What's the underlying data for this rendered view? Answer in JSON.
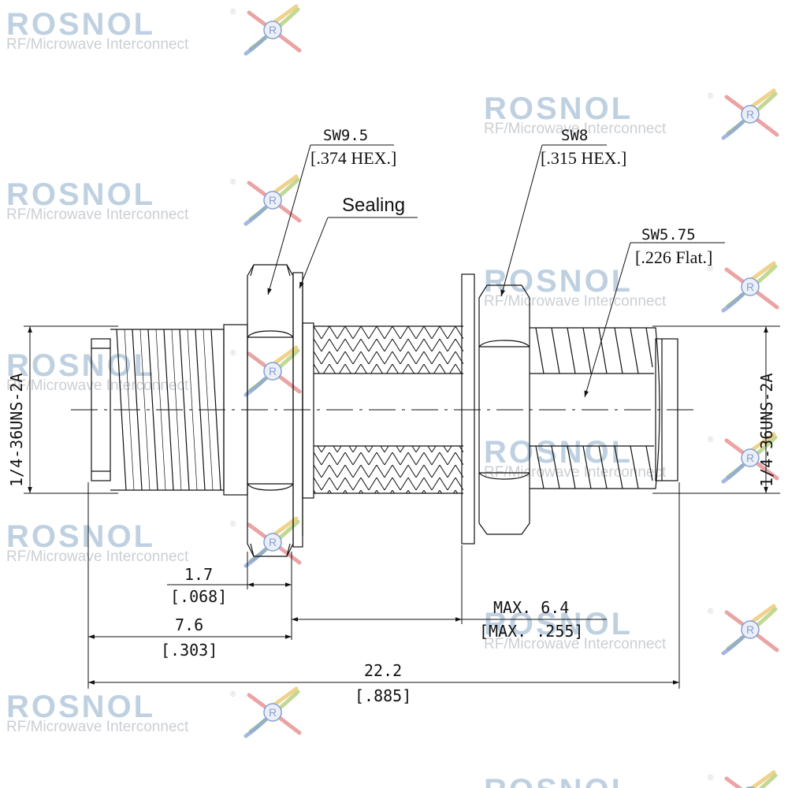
{
  "watermark": {
    "brand": "ROSNOL",
    "tagline": "RF/Microwave Interconnect",
    "registered_mark": "®",
    "logo_letter": "R",
    "brand_color": "#b5c9dc",
    "tagline_color": "#c3c7cc",
    "logo_colors": [
      "#9fc45a",
      "#e07070",
      "#6f8fd0",
      "#e5b84a"
    ]
  },
  "drawing": {
    "hex_nut_left": {
      "size_label": "SW9.5",
      "size_inch": "[.374 HEX.]"
    },
    "hex_nut_right": {
      "size_label": "SW8",
      "size_inch": "[.315 HEX.]"
    },
    "flats": {
      "size_label": "SW5.75",
      "size_inch": "[.226 Flat.]"
    },
    "sealing_label": "Sealing",
    "thread_left": "1/4-36UNS-2A",
    "thread_right": "1/4-36UNS-2A",
    "dimensions": {
      "gasket": {
        "mm": "1.7",
        "inch": "[.068]"
      },
      "front_length": {
        "mm": "7.6",
        "inch": "[.303]"
      },
      "panel_max": {
        "mm": "MAX. 6.4",
        "inch": "[MAX. .255]"
      },
      "overall": {
        "mm": "22.2",
        "inch": "[.885]"
      }
    }
  }
}
